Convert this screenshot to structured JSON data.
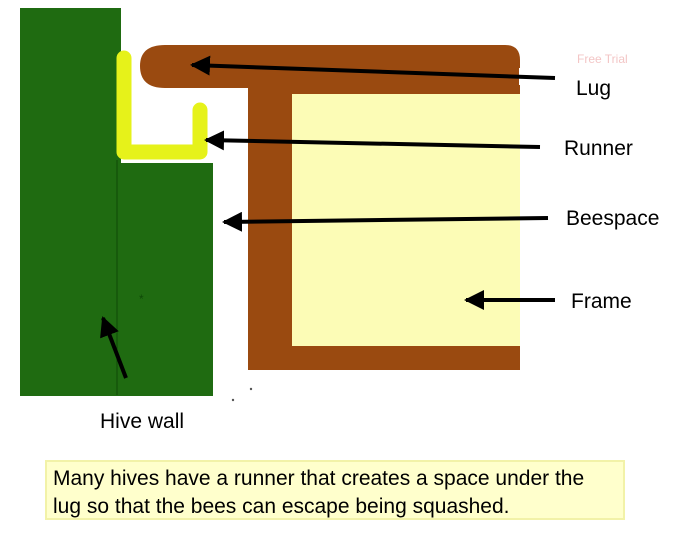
{
  "colors": {
    "hive_wall": "#1f6b11",
    "frame_wood": "#9a4a10",
    "frame_interior": "#fcfcb6",
    "runner": "#e6f21a",
    "caption_background": "#ffffcc",
    "arrow": "#000000",
    "watermark": "#f3c6c6"
  },
  "watermark": "Free Trial",
  "labels": {
    "lug": "Lug",
    "runner": "Runner",
    "beespace": "Beespace",
    "frame": "Frame",
    "hive_wall": "Hive wall"
  },
  "caption": "Many hives have a runner that creates a space under the lug so that the bees can escape being squashed."
}
